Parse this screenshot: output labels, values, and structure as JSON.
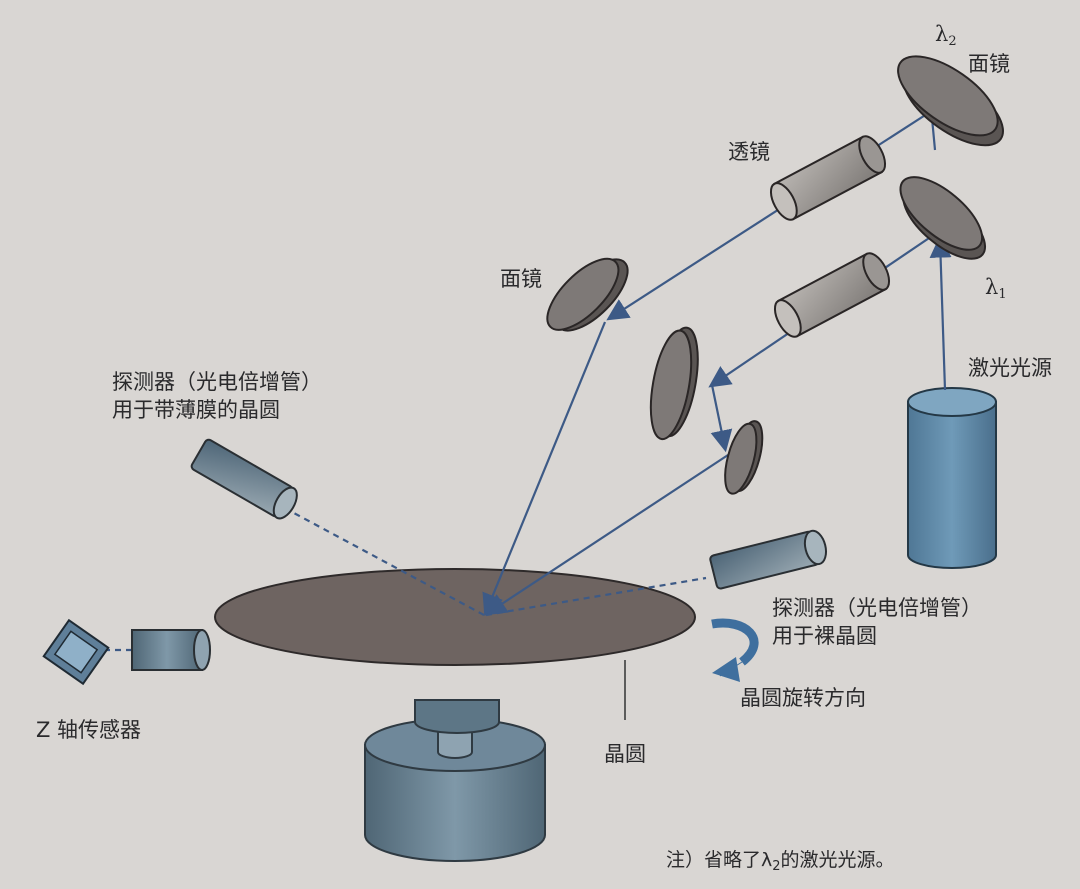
{
  "labels": {
    "lambda2": "λ",
    "lambda2_sub": "2",
    "mirror_top": "面镜",
    "lens": "透镜",
    "mirror_left": "面镜",
    "lambda1": "λ",
    "lambda1_sub": "1",
    "laser_source": "激光光源",
    "detector_film_line1": "探测器（光电倍增管）",
    "detector_film_line2": "用于带薄膜的晶圆",
    "detector_bare_line1": "探测器（光电倍增管）",
    "detector_bare_line2": "用于裸晶圆",
    "rotation": "晶圆旋转方向",
    "z_sensor": "Z 轴传感器",
    "wafer": "晶圆",
    "note_prefix": "注）省略了λ",
    "note_sub": "2",
    "note_suffix": "的激光光源。"
  },
  "colors": {
    "background": "#d9d6d3",
    "wafer": "#6e6461",
    "laser": "#5f8aa8",
    "beam": "#3d5a86",
    "optic": "#8a8683"
  }
}
